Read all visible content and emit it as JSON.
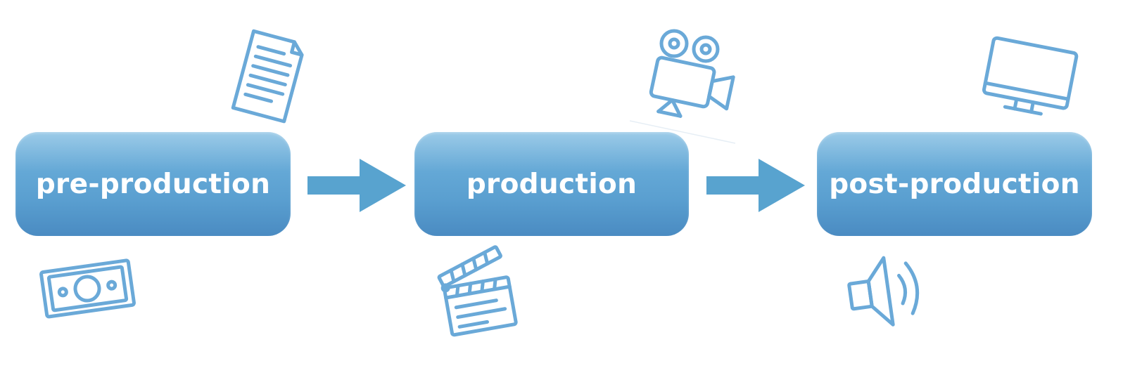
{
  "stages": [
    {
      "label": "pre-production"
    },
    {
      "label": "production"
    },
    {
      "label": "post-production"
    }
  ],
  "icons": {
    "pre_production": [
      "document-icon",
      "money-icon"
    ],
    "production": [
      "film-camera-icon",
      "clapperboard-icon"
    ],
    "post_production": [
      "monitor-icon",
      "speaker-icon"
    ]
  },
  "colors": {
    "stage_top": "#9ccbe8",
    "stage_bottom": "#4a8bc2",
    "arrow": "#58a3cf",
    "icon_stroke": "#6aa9d8",
    "label": "#ffffff"
  }
}
